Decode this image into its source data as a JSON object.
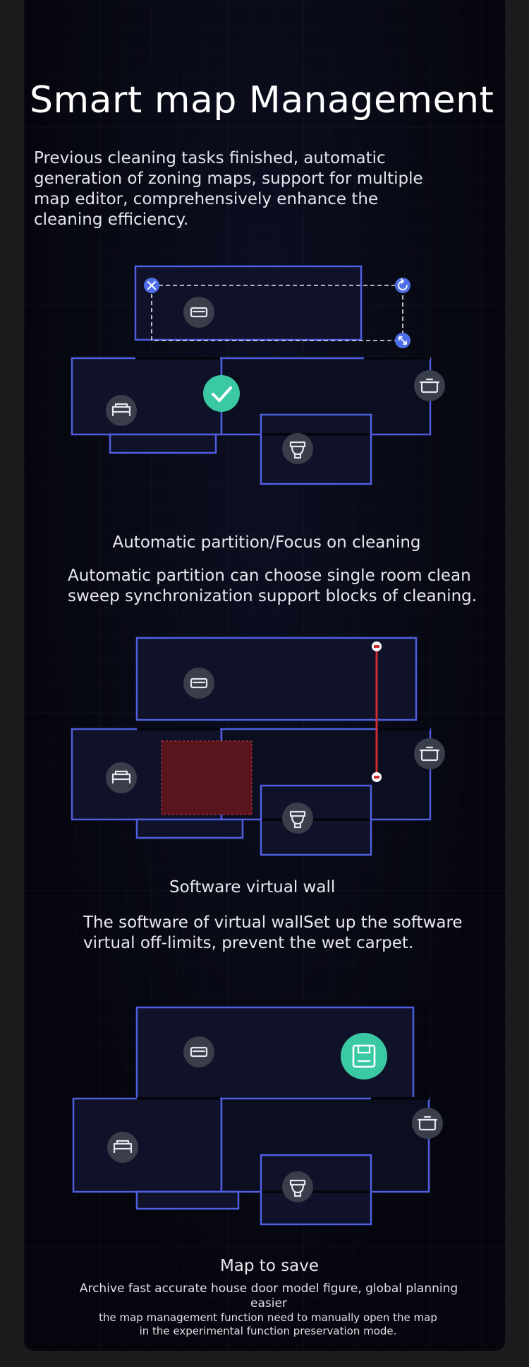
{
  "page": {
    "title": "Smart map Management",
    "intro": "Previous cleaning tasks finished, automatic generation of zoning maps, support for multiple map editor, comprehensively enhance the cleaning efficiency."
  },
  "sections": [
    {
      "heading": "Automatic partition/Focus on cleaning",
      "description": "Automatic partition can choose single room clean sweep synchronization support blocks of cleaning."
    },
    {
      "heading": "Software virtual wall",
      "description": "The software of virtual wallSet up the software virtual off-limits, prevent the wet carpet."
    },
    {
      "heading": "Map to save",
      "description": "Archive fast accurate house door model figure, global planning easier",
      "note": "the map management function need to manually open the map in the experimental function preservation mode."
    }
  ],
  "colors": {
    "wall": "#4f5fe0",
    "accent": "#3bc9a4",
    "handle": "#4f6fe8",
    "virtual_wall": "#d22c33",
    "no_go_zone": "#5a141c"
  },
  "icons": [
    "close-icon",
    "rotate-icon",
    "resize-icon",
    "sofa-icon",
    "bed-icon",
    "toilet-icon",
    "stove-icon",
    "check-icon",
    "save-icon"
  ]
}
